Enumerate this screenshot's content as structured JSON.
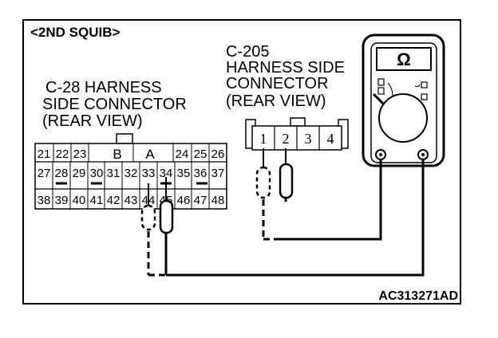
{
  "title": "<2ND SQUIB>",
  "left_connector": {
    "label_lines": [
      "C-28 HARNESS",
      "SIDE CONNECTOR",
      "(REAR VIEW)"
    ],
    "row1": [
      "21",
      "22",
      "23",
      "B",
      "A",
      "24",
      "25",
      "26"
    ],
    "row2": [
      "27",
      "28",
      "29",
      "30",
      "31",
      "32",
      "33",
      "34",
      "35",
      "36",
      "37"
    ],
    "row3": [
      "38",
      "39",
      "40",
      "41",
      "42",
      "43",
      "44",
      "45",
      "46",
      "47",
      "48"
    ]
  },
  "right_connector": {
    "label_lines": [
      "C-205",
      "HARNESS SIDE",
      "CONNECTOR",
      "(REAR VIEW)"
    ],
    "pins": [
      "1",
      "2",
      "3",
      "4"
    ]
  },
  "meter": {
    "symbol": "Ω"
  },
  "figure_code": "AC313271AD"
}
